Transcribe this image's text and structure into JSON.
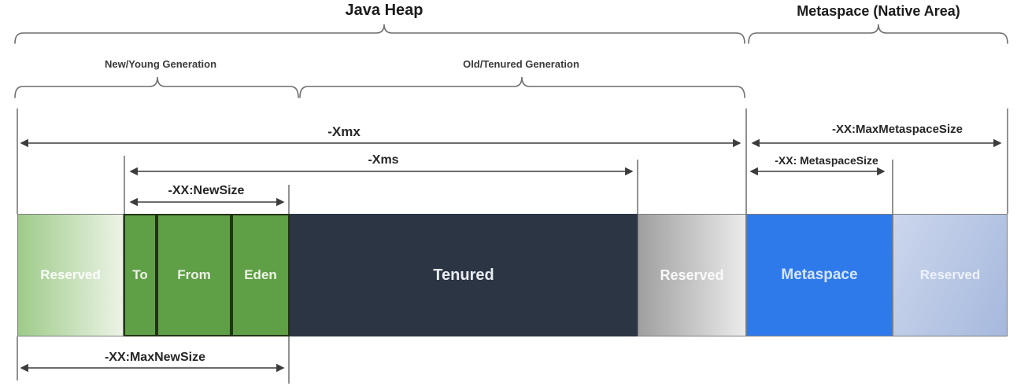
{
  "titles": {
    "java_heap": "Java Heap",
    "metaspace_native": "Metaspace (Native Area)"
  },
  "generation_labels": {
    "young": "New/Young Generation",
    "old": "Old/Tenured Generation"
  },
  "jvm_flags": {
    "xmx": "-Xmx",
    "xms": "-Xms",
    "new_size": "-XX:NewSize",
    "max_new_size": "-XX:MaxNewSize",
    "max_metaspace_size": "-XX:MaxMetaspaceSize",
    "metaspace_size": "-XX: MetaspaceSize"
  },
  "blocks": {
    "reserved_young": "Reserved",
    "to": "To",
    "from": "From",
    "eden": "Eden",
    "tenured": "Tenured",
    "reserved_heap": "Reserved",
    "metaspace": "Metaspace",
    "reserved_metaspace": "Reserved"
  },
  "colors": {
    "young_generation_green": "#5f9f45",
    "reserved_young_gradient_start": "#9ecb89",
    "reserved_young_gradient_end": "#ecf3e6",
    "tenured_navy": "#2b3544",
    "reserved_heap_gradient_start": "#9f9f9f",
    "reserved_heap_gradient_end": "#ebebeb",
    "metaspace_blue": "#2e7aeb",
    "reserved_metaspace_gradient_start": "#ccd6ed",
    "reserved_metaspace_gradient_end": "#a5b8dd",
    "line_gray": "#4a4a4a",
    "brace_gray": "#6e6e6e"
  }
}
